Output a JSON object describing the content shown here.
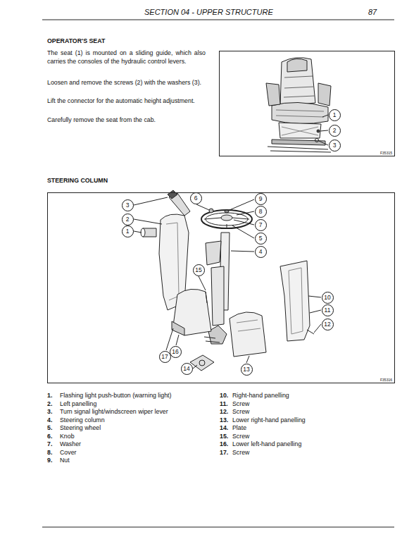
{
  "diagram": {
    "nodes": [
      {
        "text": [
          "F35315"
        ]
      },
      {
        "text": [
          "1"
        ],
        "in": 0
      },
      {
        "text": [
          "2"
        ],
        "in": 0
      },
      {
        "text": [
          "3"
        ],
        "in": 0
      },
      {
        "text": [
          "F35316"
        ]
      },
      {
        "text": [
          "1"
        ],
        "in": 4
      },
      {
        "text": [
          "2"
        ],
        "in": 4
      },
      {
        "text": [
          "3"
        ],
        "in": 4
      },
      {
        "text": [
          "4"
        ],
        "in": 4
      },
      {
        "text": [
          "5"
        ],
        "in": 4
      },
      {
        "text": [
          "6"
        ],
        "in": 4
      },
      {
        "text": [
          "7"
        ],
        "in": 4
      },
      {
        "text": [
          "8"
        ],
        "in": 4
      },
      {
        "text": [
          "9"
        ],
        "in": 4
      },
      {
        "text": [
          "10"
        ],
        "in": 4
      },
      {
        "text": [
          "11"
        ],
        "in": 4
      },
      {
        "text": [
          "12"
        ],
        "in": 4
      },
      {
        "text": [
          "13"
        ],
        "in": 4
      },
      {
        "text": [
          "14"
        ],
        "in": 4
      },
      {
        "text": [
          "15"
        ],
        "in": 4
      },
      {
        "text": [
          "16"
        ],
        "in": 4
      },
      {
        "text": [
          "17"
        ],
        "in": 4
      }
    ],
    "labels": [
      "SECTION 04 - UPPER STRUCTURE",
      "87",
      "OPERATOR'S SEAT",
      "The seat (1) is mounted on a sliding guide, which also carries the consoles of the hydraulic control levers.",
      "Loosen and remove the screws (2) with the washers (3).",
      "Lift the connector for the automatic height adjustment.",
      "Carefully remove the seat from the cab.",
      "STEERING COLUMN",
      "1.",
      "Flashing light push-button (warning light)",
      "2.",
      "Left panelling",
      "3.",
      "Turn signal light/windscreen wiper lever",
      "4.",
      "Steering column",
      "5.",
      "Steering wheel",
      "6.",
      "Knob",
      "7.",
      "Washer",
      "8.",
      "Cover",
      "9.",
      "Nut",
      "10.",
      "Right-hand panelling",
      "11.",
      "Screw",
      "12.",
      "Screw",
      "13.",
      "Lower right-hand panelling",
      "14.",
      "Plate",
      "15.",
      "Screw",
      "16.",
      "Lower left-hand panelling",
      "17.",
      "Screw"
    ]
  }
}
